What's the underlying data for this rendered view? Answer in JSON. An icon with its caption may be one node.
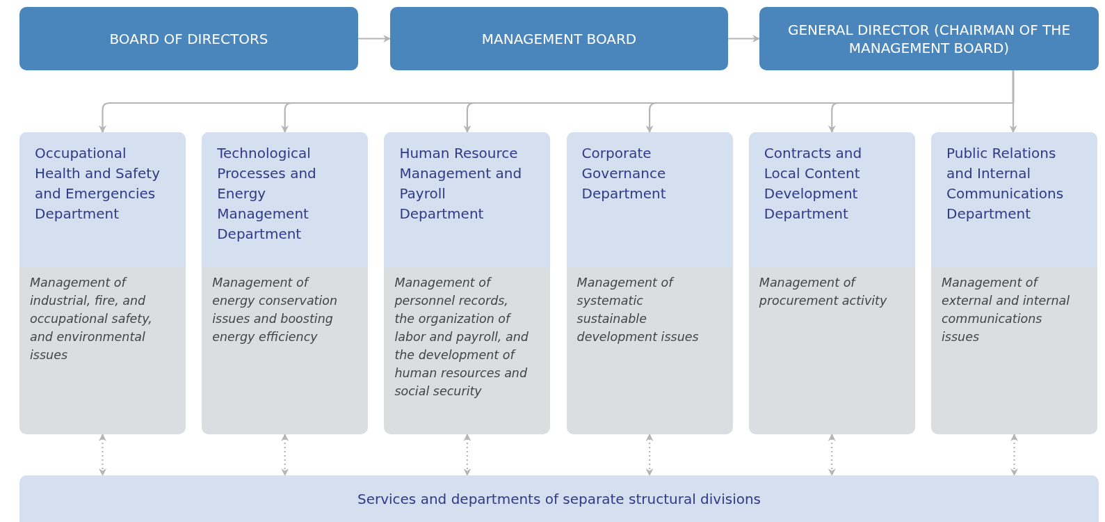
{
  "diagram": {
    "nodes": [
      {
        "text": [
          "BOARD OF DIRECTORS"
        ]
      },
      {
        "text": [
          "MANAGEMENT BOARD"
        ]
      },
      {
        "text": [
          "GENERAL DIRECTOR (CHAIRMAN OF THE MANAGEMENT BOARD)"
        ]
      },
      {
        "text": [
          "Occupational Health and Safety and Emergencies Department",
          "Management of industrial, fire, and occupational safety, and environmental issues"
        ]
      },
      {
        "text": [
          "Technological Processes and Energy Management Department",
          "Management of energy conservation issues and boosting energy efficiency"
        ]
      },
      {
        "text": [
          "Human Resource Management and Payroll Department",
          "Management of personnel records, the organization of labor and payroll, and the development of human resources and social security"
        ]
      },
      {
        "text": [
          "Corporate Governance Department",
          "Management of systematic sustainable development issues"
        ]
      },
      {
        "text": [
          "Contracts and Local Content Development Department",
          "Management of procurement activity"
        ]
      },
      {
        "text": [
          "Public Relations and Internal Communications Department",
          "Management of external and internal communications issues"
        ]
      },
      {
        "text": [
          "Services and departments of separate structural divisions"
        ]
      }
    ],
    "edges": [
      {
        "from": 0,
        "to": 1,
        "arrow": "to"
      },
      {
        "from": 1,
        "to": 2,
        "arrow": "to"
      },
      {
        "from": 2,
        "to": 3,
        "arrow": "to"
      },
      {
        "from": 2,
        "to": 4,
        "arrow": "to"
      },
      {
        "from": 2,
        "to": 5,
        "arrow": "to"
      },
      {
        "from": 2,
        "to": 6,
        "arrow": "to"
      },
      {
        "from": 2,
        "to": 7,
        "arrow": "to"
      },
      {
        "from": 2,
        "to": 8,
        "arrow": "to"
      },
      {
        "from": 3,
        "to": 9,
        "arrow": "both",
        "style": "dashed"
      },
      {
        "from": 4,
        "to": 9,
        "arrow": "both",
        "style": "dashed"
      },
      {
        "from": 5,
        "to": 9,
        "arrow": "both",
        "style": "dashed"
      },
      {
        "from": 6,
        "to": 9,
        "arrow": "both",
        "style": "dashed"
      },
      {
        "from": 7,
        "to": 9,
        "arrow": "both",
        "style": "dashed"
      },
      {
        "from": 8,
        "to": 9,
        "arrow": "both",
        "style": "dashed"
      }
    ]
  }
}
